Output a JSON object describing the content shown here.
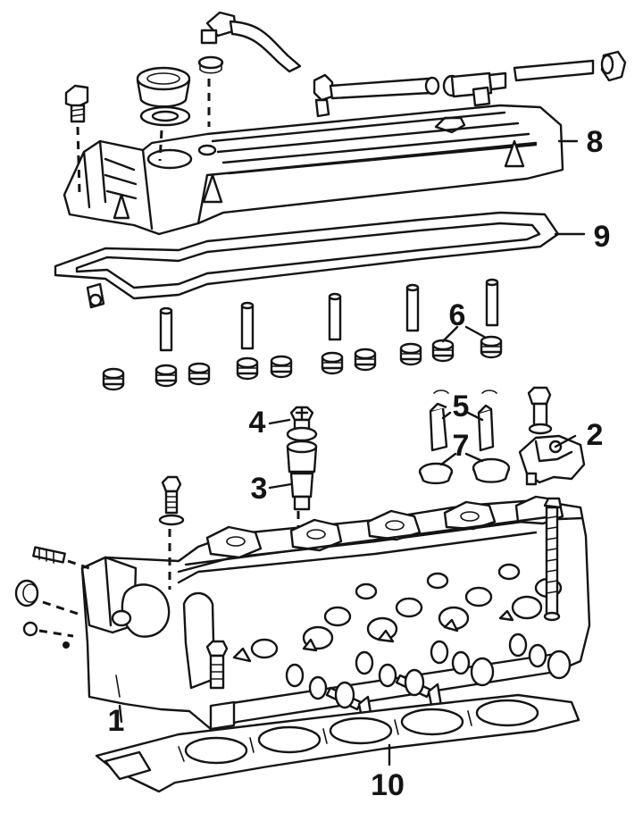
{
  "diagram": {
    "callouts": [
      {
        "id": "c1",
        "text": "1"
      },
      {
        "id": "c2",
        "text": "2"
      },
      {
        "id": "c3",
        "text": "3"
      },
      {
        "id": "c4",
        "text": "4"
      },
      {
        "id": "c5",
        "text": "5"
      },
      {
        "id": "c6",
        "text": "6"
      },
      {
        "id": "c7",
        "text": "7"
      },
      {
        "id": "c8",
        "text": "8"
      },
      {
        "id": "c9",
        "text": "9"
      },
      {
        "id": "c10",
        "text": "10"
      }
    ]
  }
}
